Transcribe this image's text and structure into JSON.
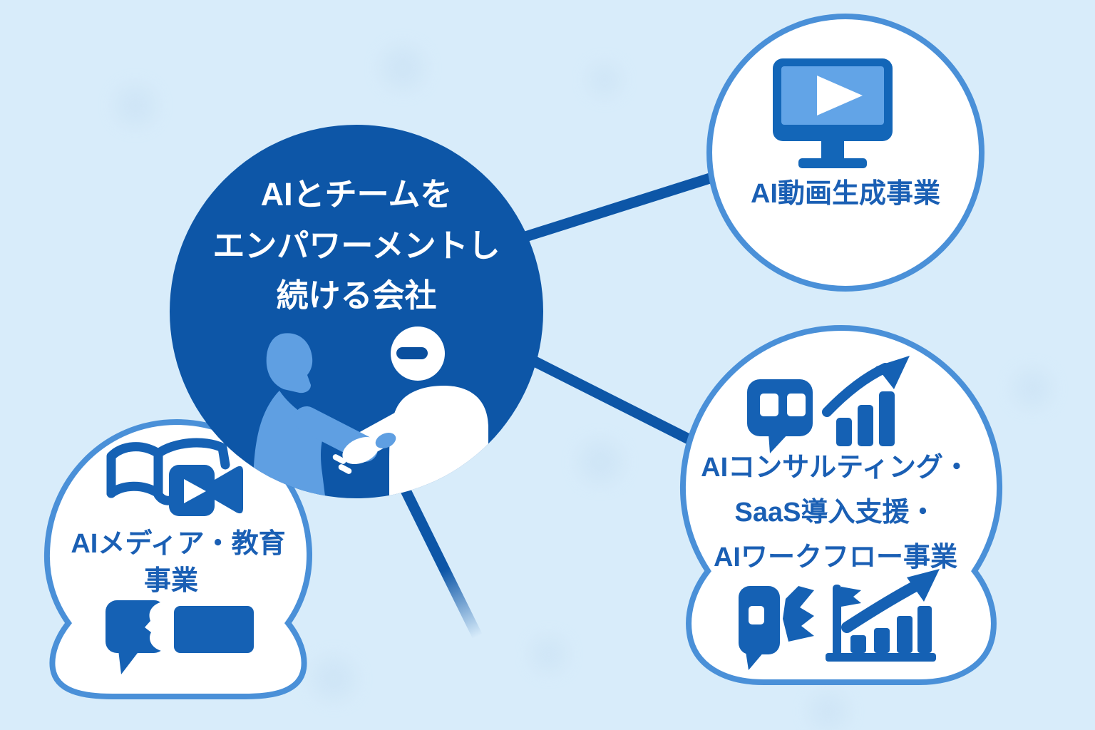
{
  "diagram_title": "AI business domains map",
  "colors": {
    "background": "#d8ecfa",
    "primary_dark_blue": "#0d56a7",
    "node_border_blue": "#4a90d8",
    "icon_blue": "#1561b4",
    "label_blue": "#1a5fb4",
    "figure_light_blue": "#5f9fe2",
    "screen_light_blue": "#62a4e7",
    "node_fill": "#ffffff"
  },
  "center": {
    "line1": "AIとチームを",
    "line2": "エンパワーメントし",
    "line3": "続ける会社"
  },
  "nodes": {
    "video": {
      "label": "AI動画生成事業"
    },
    "consulting": {
      "line1": "AIコンサルティング・",
      "line2": "SaaS導入支援・",
      "line3": "AIワークフロー事業"
    },
    "media": {
      "line1": "AIメディア・教育",
      "line2": "事業"
    }
  }
}
